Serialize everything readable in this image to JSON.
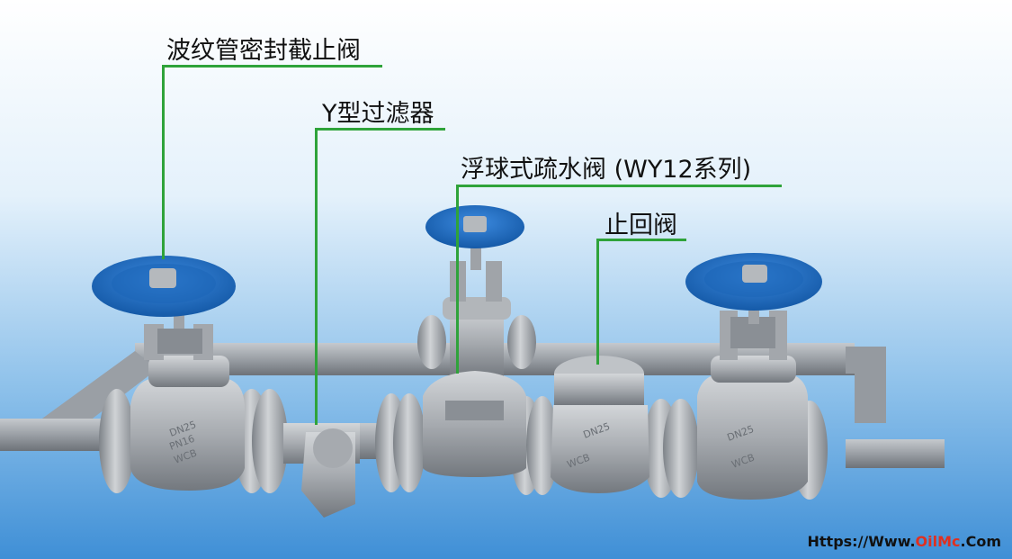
{
  "labels": {
    "bellows_valve": "波纹管密封截止阀",
    "y_strainer": "Y型过滤器",
    "float_trap": "浮球式疏水阀 (WY12系列)",
    "check_valve": "止回阀"
  },
  "valve_markings": {
    "dn": "DN25",
    "pn": "PN16",
    "body_material": "WCB"
  },
  "watermark": {
    "prefix": "Https://Www.",
    "brand": "OilMc",
    "suffix": ".Com"
  },
  "colors": {
    "background_top": "#ffffff",
    "background_bottom": "#3f8fd6",
    "leader_line": "#2fa33a",
    "handwheel": "#1e6fc4",
    "steel": "#a9adb2",
    "pipe": "#8f9499"
  }
}
